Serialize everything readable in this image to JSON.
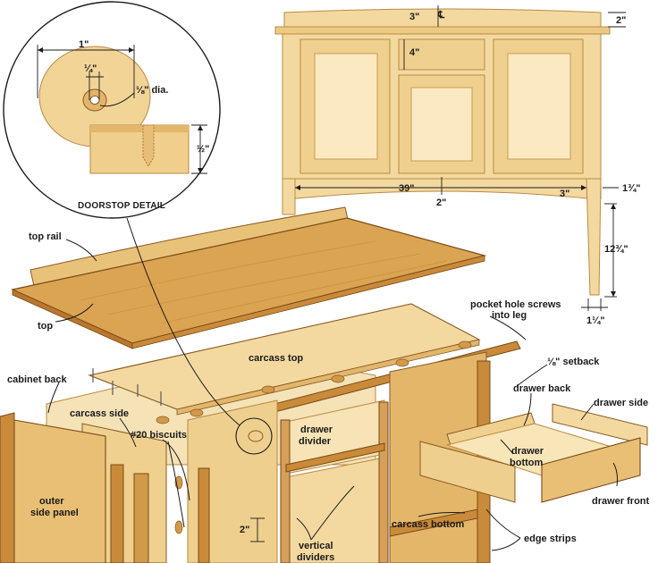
{
  "labels": {
    "top_rail": "top rail",
    "top": "top",
    "carcass_top": "carcass top",
    "pocket_hole_screws": "pocket hole screws",
    "into_leg": "into leg",
    "setback": "⅛\" setback",
    "cabinet_back": "cabinet back",
    "carcass_side": "carcass side",
    "biscuits": "#20 biscuits",
    "drawer_divider_1": "drawer",
    "drawer_divider_2": "divider",
    "drawer_back": "drawer back",
    "drawer_side": "drawer side",
    "drawer_bottom_1": "drawer",
    "drawer_bottom_2": "bottom",
    "drawer_front": "drawer front",
    "outer_side_panel_1": "outer",
    "outer_side_panel_2": "side panel",
    "carcass_bottom": "carcass bottom",
    "edge_strips": "edge strips",
    "vertical_dividers_1": "vertical",
    "vertical_dividers_2": "dividers"
  },
  "detail": {
    "title": "DOORSTOP DETAIL",
    "dim_width": "1\"",
    "dim_quarter": "¼\"",
    "dim_hole": "⅛\" dia.",
    "dim_half": "½\""
  },
  "elevation": {
    "dim_top_3": "3\"",
    "centerline": "℄",
    "dim_right_2": "2\"",
    "dim_4": "4\"",
    "dim_39": "39\"",
    "dim_bottom_3": "3\"",
    "dim_bottom_2": "2\"",
    "dim_1_3_4": "1¾\"",
    "dim_12_3_4": "12¾\"",
    "dim_1_1_4": "1¼\""
  },
  "assembly": {
    "dim_2": "2\""
  },
  "colors": {
    "wood_light": "#f3d9a0",
    "wood_mid": "#e8bd6d",
    "wood_dark": "#c98a3a",
    "top_wood": "#d9a050",
    "panel": "#f8e6b8",
    "outline": "#5a3a14"
  }
}
